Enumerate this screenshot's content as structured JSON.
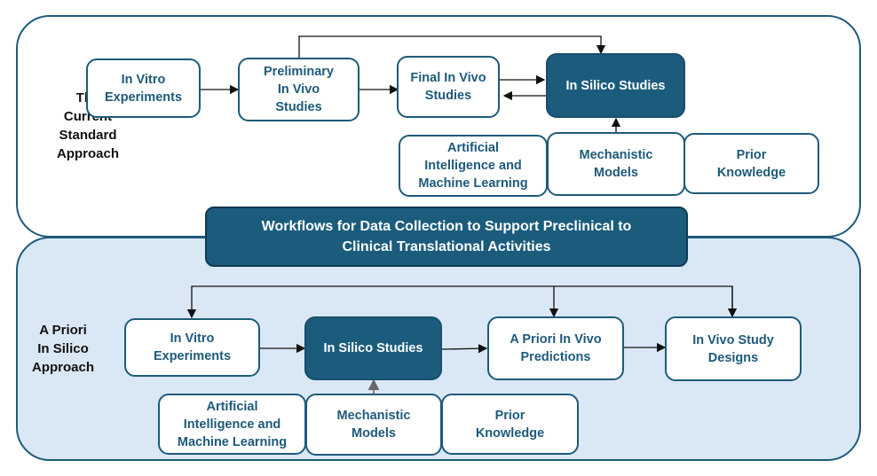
{
  "title": "Workflows for Data Collection to Support Preclinical to\nClinical Translational Activities",
  "current_approach": {
    "label": "The\nCurrent\nStandard\nApproach",
    "nodes": {
      "in_vitro": "In Vitro\nExperiments",
      "preliminary_in_vivo": "Preliminary\nIn Vivo\nStudies",
      "final_in_vivo": "Final In Vivo\nStudies",
      "in_silico": "In Silico Studies",
      "ai_ml": "Artificial\nIntelligence and\nMachine Learning",
      "mechanistic": "Mechanistic\nModels",
      "prior_knowledge": "Prior\nKnowledge"
    }
  },
  "a_priori_approach": {
    "label": "A Priori\nIn Silico\nApproach",
    "nodes": {
      "in_vitro": "In Vitro\nExperiments",
      "in_silico": "In Silico Studies",
      "a_priori_predictions": "A Priori In Vivo\nPredictions",
      "study_designs": "In Vivo Study\nDesigns",
      "ai_ml": "Artificial\nIntelligence and\nMachine Learning",
      "mechanistic": "Mechanistic\nModels",
      "prior_knowledge": "Prior\nKnowledge"
    }
  },
  "colors": {
    "dark_blue": "#1b5c7d",
    "border_blue": "#1d5a7a",
    "light_panel": "#dae8f5",
    "text_dark": "#111111"
  }
}
